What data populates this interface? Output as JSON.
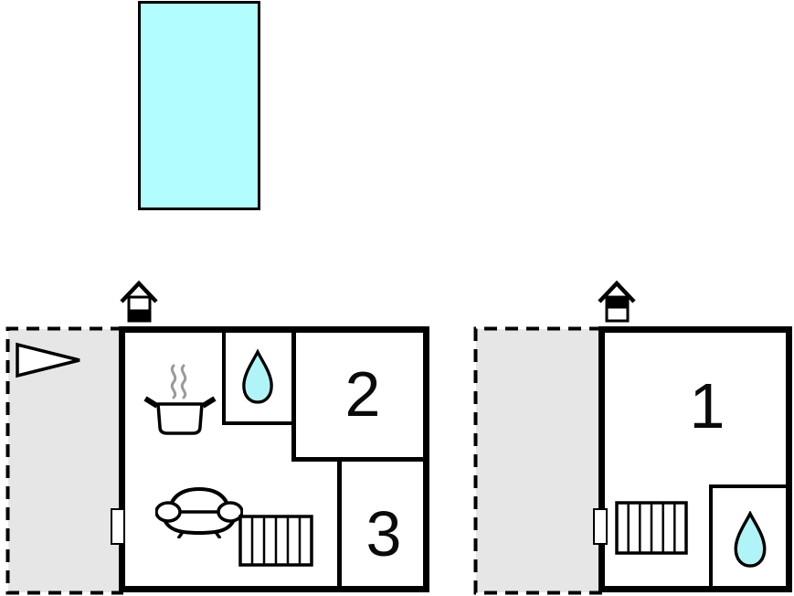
{
  "palette": {
    "pool_fill": "#b2feff",
    "drop_fill": "#b0f4f7",
    "terrace_fill": "#e6e6e6",
    "wall": "#000000",
    "steam": "#9a9a9a"
  },
  "left_building": {
    "room2_label": "2",
    "room3_label": "3"
  },
  "right_building": {
    "room1_label": "1"
  }
}
